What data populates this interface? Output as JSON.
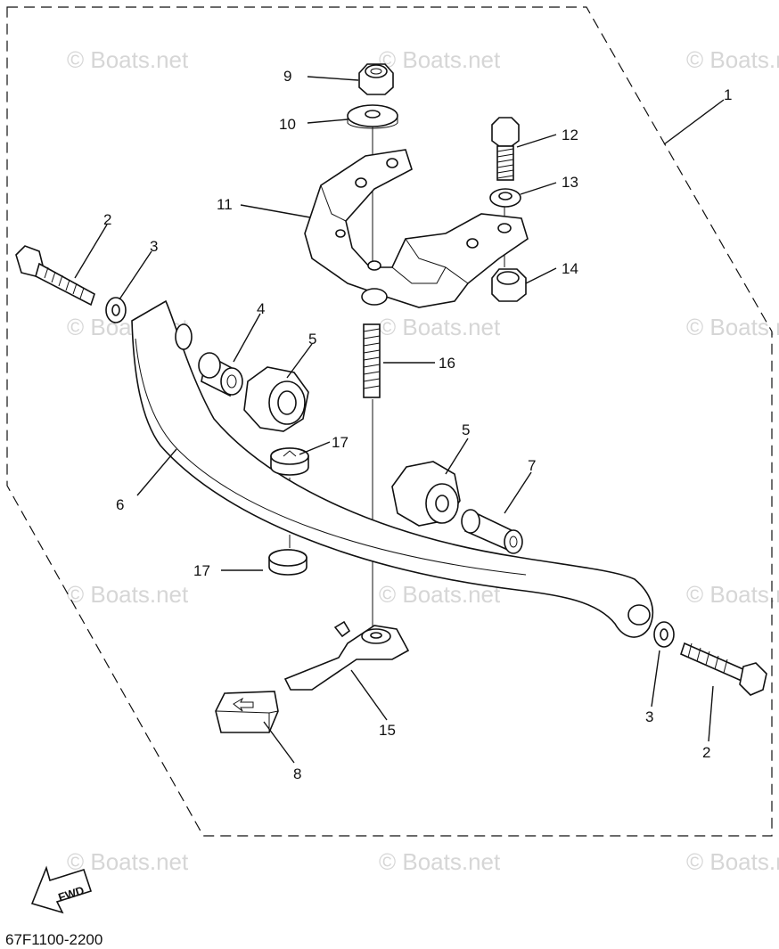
{
  "diagram_code": "67F1100-2200",
  "fwd_label": "FWD",
  "watermark": "© Boats.net",
  "callouts": {
    "c1": "1",
    "c2a": "2",
    "c2b": "2",
    "c3a": "3",
    "c3b": "3",
    "c4": "4",
    "c5a": "5",
    "c5b": "5",
    "c6": "6",
    "c7": "7",
    "c8": "8",
    "c9": "9",
    "c10": "10",
    "c11": "11",
    "c12": "12",
    "c13": "13",
    "c14": "14",
    "c15": "15",
    "c16": "16",
    "c17a": "17",
    "c17b": "17"
  }
}
